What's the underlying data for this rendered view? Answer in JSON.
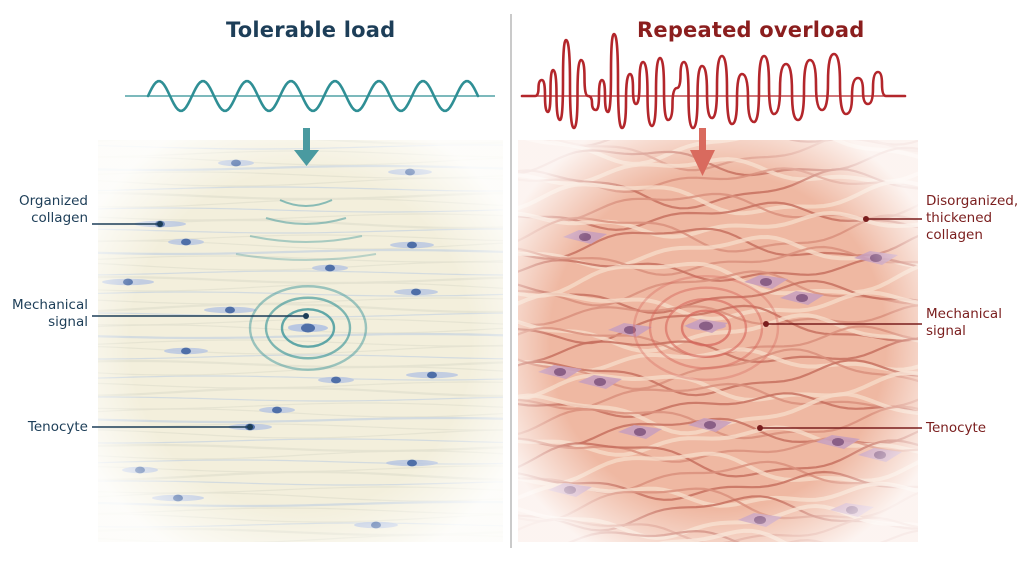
{
  "panels": {
    "left": {
      "title": "Tolerable load",
      "labels": {
        "collagen": [
          "Organized",
          "collagen"
        ],
        "signal": [
          "Mechanical",
          "signal"
        ],
        "cell": [
          "Tenocyte"
        ]
      }
    },
    "right": {
      "title": "Repeated overload",
      "labels": {
        "collagen": [
          "Disorganized,",
          "thickened",
          "collagen"
        ],
        "signal": [
          "Mechanical",
          "signal"
        ],
        "cell": [
          "Tenocyte"
        ]
      }
    }
  },
  "colors": {
    "left_accent": "#2f8f95",
    "left_text": "#1d3e58",
    "left_tissue": "#f3efdc",
    "left_fiber": "#cfd8df",
    "right_accent": "#b3262b",
    "right_text": "#7a1d1d",
    "right_tissue": "#efb8a2",
    "right_fiber": "#c7705f",
    "cell_blue": "#4f6fa8",
    "cell_purple": "#8a5f86",
    "divider": "#b8b8b8"
  }
}
